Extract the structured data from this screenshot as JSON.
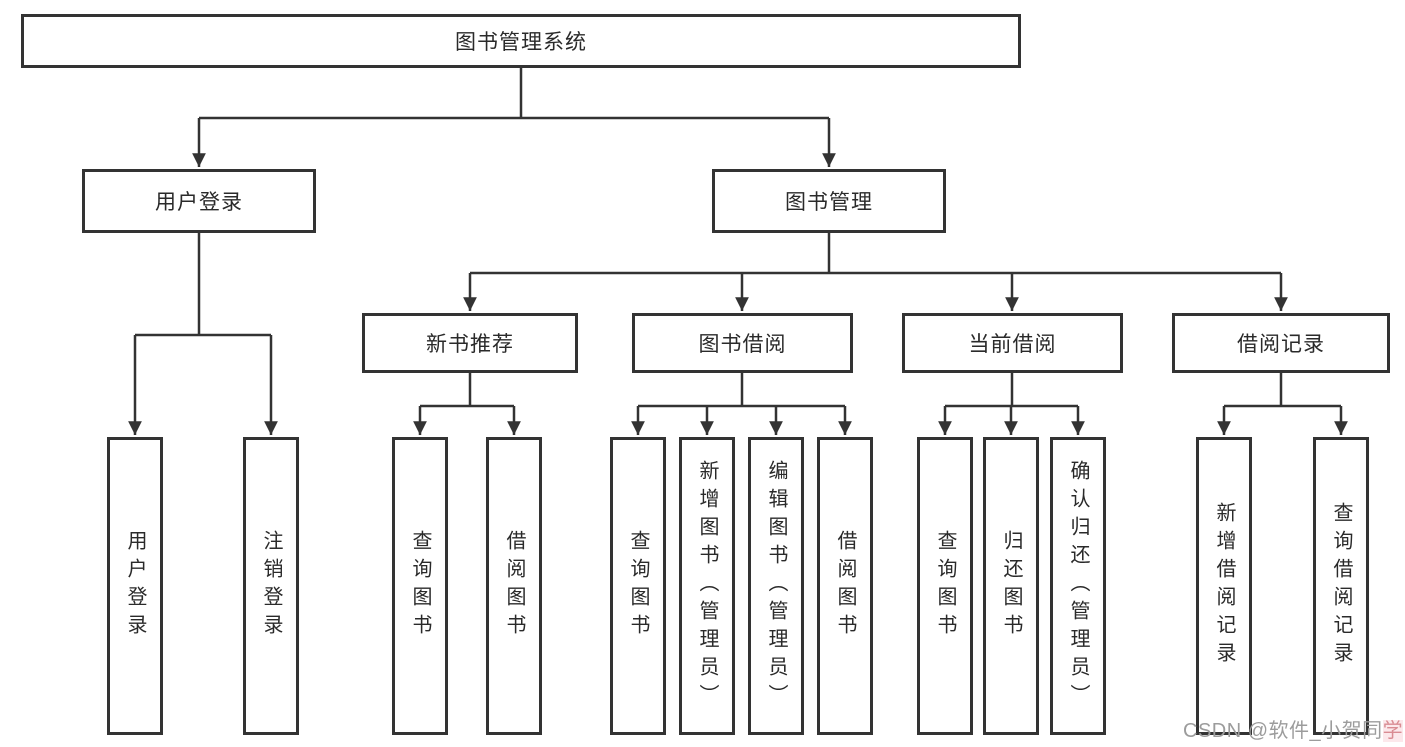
{
  "tree": {
    "root": "图书管理系统",
    "branches": [
      {
        "label": "用户登录",
        "children": [
          "用户登录",
          "注销登录"
        ]
      },
      {
        "label": "图书管理",
        "children": [
          {
            "label": "新书推荐",
            "children": [
              "查询图书",
              "借阅图书"
            ]
          },
          {
            "label": "图书借阅",
            "children": [
              "查询图书",
              "新增图书（管理员）",
              "编辑图书（管理员）",
              "借阅图书"
            ]
          },
          {
            "label": "当前借阅",
            "children": [
              "查询图书",
              "归还图书",
              "确认归还（管理员）"
            ]
          },
          {
            "label": "借阅记录",
            "children": [
              "新增借阅记录",
              "查询借阅记录"
            ]
          }
        ]
      }
    ]
  },
  "watermark": {
    "text_main": "CSDN @软件_小贺同",
    "text_accent": "学"
  },
  "colors": {
    "line": "#333333",
    "text": "#2a2a2a",
    "background": "#ffffff",
    "watermark": "#9c9c9c",
    "watermark_accent": "#d98c93"
  }
}
